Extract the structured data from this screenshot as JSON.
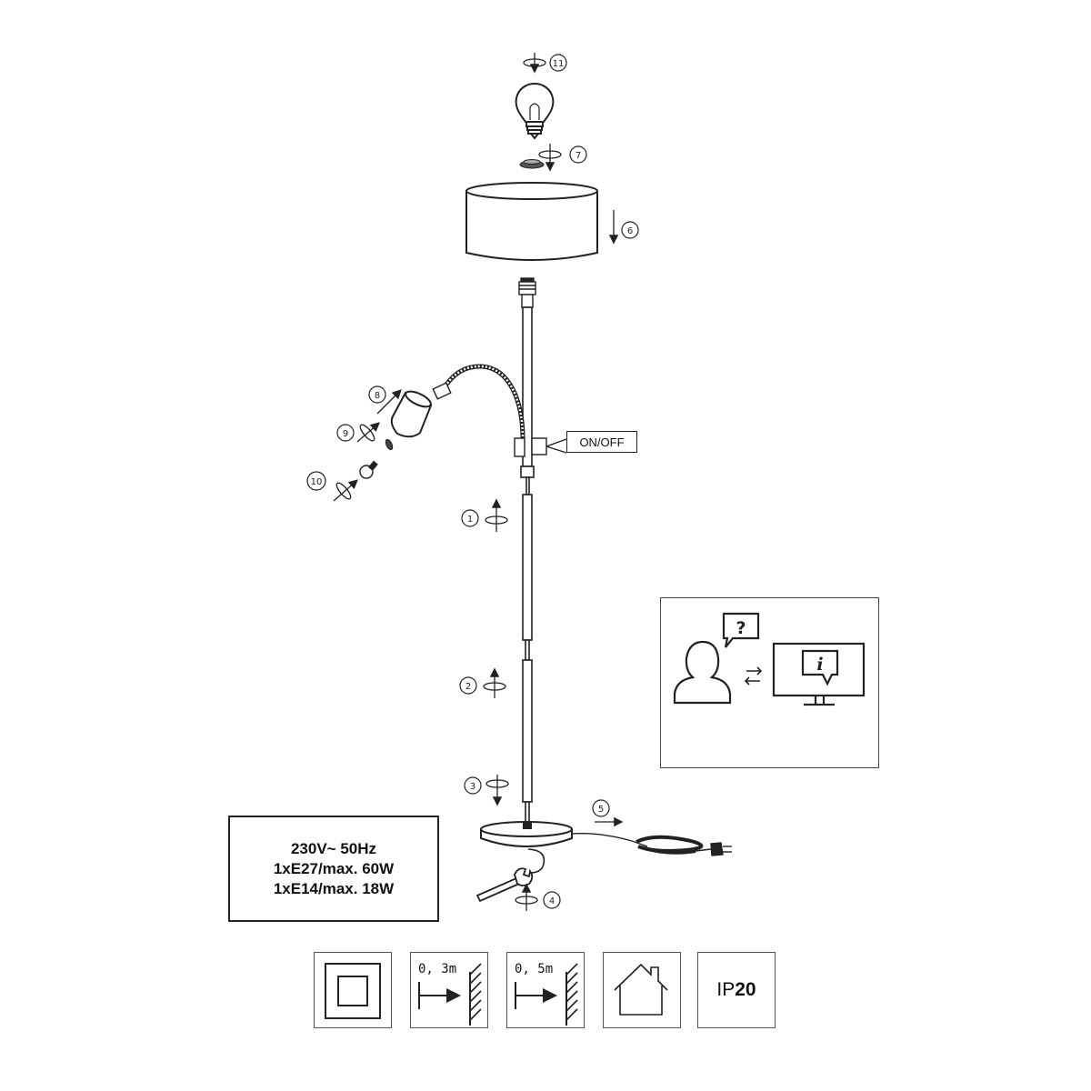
{
  "specs": {
    "lines": [
      "230V~ 50Hz",
      "1xE27/max. 60W",
      "1xE14/max. 18W"
    ]
  },
  "switch_label": "ON/OFF",
  "steps": {
    "s1": "1",
    "s2": "2",
    "s3": "3",
    "s4": "4",
    "s5": "5",
    "s6": "6",
    "s7": "7",
    "s8": "8",
    "s9": "9",
    "s10": "10",
    "s11": "11"
  },
  "symbols": {
    "class2": "class-ii-double-insulation-icon",
    "dist1": "0, 3m",
    "dist2": "0, 5m",
    "indoor": "indoor-use-house-icon",
    "ip_prefix": "IP",
    "ip_number": "20"
  },
  "info_panel": {
    "question_mark": "?",
    "info_mark": "i"
  },
  "colors": {
    "line": "#222222",
    "background": "#ffffff"
  }
}
